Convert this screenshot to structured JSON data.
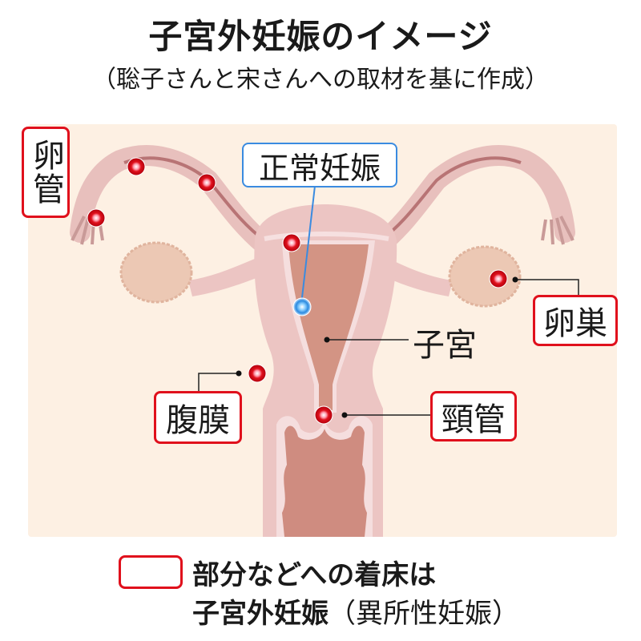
{
  "header": {
    "title": "子宮外妊娠のイメージ",
    "subtitle": "（聡子さんと宋さんへの取材を基に作成）"
  },
  "labels": {
    "fallopian_tube": "卵管",
    "normal_pregnancy": "正常妊娠",
    "ovary": "卵巣",
    "uterus": "子宮",
    "peritoneum": "腹膜",
    "cervix": "頸管"
  },
  "legend": {
    "line1": "部分などへの着床は",
    "line2_bold": "子宮外妊娠",
    "line2_rest": "（異所性妊娠）"
  },
  "colors": {
    "ectopic_marker": "#e0101c",
    "normal_marker": "#3a8be0",
    "background": "#fdf0e3"
  }
}
